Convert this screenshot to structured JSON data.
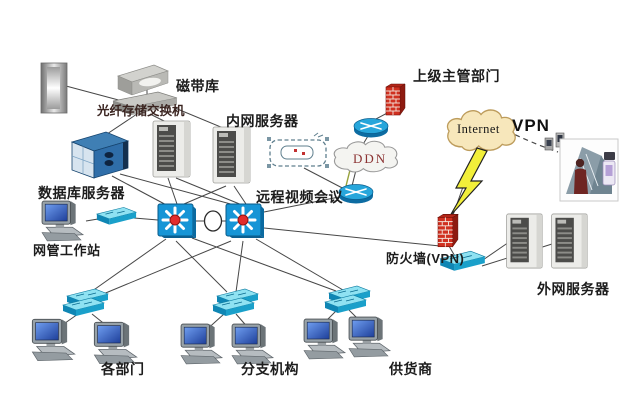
{
  "diagram": {
    "type": "network-topology",
    "language": "zh-CN"
  },
  "labels": {
    "tape_library": "磁带库",
    "fiber_storage_switch": "光纤存储交换机",
    "intranet_server": "内网服务器",
    "database_server": "数据库服务器",
    "remote_video_conference": "远程视频会议",
    "superior_department": "上级主管部门",
    "nms_workstation": "网管工作站",
    "departments": "各部门",
    "branch_offices": "分支机构",
    "suppliers": "供货商",
    "firewall_vpn": "防火墙(VPN)",
    "extranet_server": "外网服务器",
    "internet": "Internet",
    "ddn": "DDN",
    "vpn": "VPN"
  },
  "nodes": [
    {
      "id": "tape-drive",
      "icon": "storage-tower-icon"
    },
    {
      "id": "tape-library",
      "icon": "tape-library-icon",
      "label_key": "tape_library"
    },
    {
      "id": "fiber-storage-switch",
      "icon": "gray-switch-icon",
      "label_key": "fiber_storage_switch"
    },
    {
      "id": "database-server",
      "icon": "storage-cube-icon",
      "label_key": "database_server"
    },
    {
      "id": "intranet-server-1",
      "icon": "tower-server-icon",
      "label_key": "intranet_server"
    },
    {
      "id": "intranet-server-2",
      "icon": "tower-server-icon",
      "label_key": "intranet_server"
    },
    {
      "id": "video-conference",
      "icon": "conference-room-icon",
      "label_key": "remote_video_conference"
    },
    {
      "id": "router-1",
      "icon": "router-icon"
    },
    {
      "id": "superior-firewall",
      "icon": "brick-firewall-icon",
      "label_key": "superior_department"
    },
    {
      "id": "ddn-cloud",
      "icon": "cloud-icon",
      "label_key": "ddn"
    },
    {
      "id": "router-2",
      "icon": "router-icon"
    },
    {
      "id": "internet-cloud",
      "icon": "cloud-icon",
      "label_key": "internet"
    },
    {
      "id": "mobile-user",
      "icon": "mobile-user-photo",
      "label_key": "vpn"
    },
    {
      "id": "firewall-vpn",
      "icon": "brick-firewall-icon",
      "label_key": "firewall_vpn"
    },
    {
      "id": "dmz-switch",
      "icon": "flat-switch-icon"
    },
    {
      "id": "extranet-server-1",
      "icon": "tower-server-icon",
      "label_key": "extranet_server"
    },
    {
      "id": "extranet-server-2",
      "icon": "tower-server-icon",
      "label_key": "extranet_server"
    },
    {
      "id": "core-switch-1",
      "icon": "core-switch-icon"
    },
    {
      "id": "core-switch-2",
      "icon": "core-switch-icon"
    },
    {
      "id": "nms-switch",
      "icon": "flat-switch-icon"
    },
    {
      "id": "nms-workstation",
      "icon": "workstation-icon",
      "label_key": "nms_workstation"
    },
    {
      "id": "access-stack-1",
      "icon": "switch-stack-icon",
      "label_key": "departments"
    },
    {
      "id": "access-stack-2",
      "icon": "switch-stack-icon",
      "label_key": "branch_offices"
    },
    {
      "id": "access-stack-3",
      "icon": "switch-stack-icon",
      "label_key": "suppliers"
    },
    {
      "id": "dept-pc-1",
      "icon": "workstation-icon"
    },
    {
      "id": "dept-pc-2",
      "icon": "workstation-icon"
    },
    {
      "id": "branch-pc-1",
      "icon": "workstation-icon"
    },
    {
      "id": "branch-pc-2",
      "icon": "workstation-icon"
    },
    {
      "id": "supplier-pc-1",
      "icon": "workstation-icon"
    },
    {
      "id": "supplier-pc-2",
      "icon": "workstation-icon"
    }
  ],
  "links": [
    [
      "tape-drive",
      "fiber-storage-switch"
    ],
    [
      "tape-library",
      "fiber-storage-switch"
    ],
    [
      "fiber-storage-switch",
      "database-server"
    ],
    [
      "fiber-storage-switch",
      "intranet-server-1"
    ],
    [
      "fiber-storage-switch",
      "intranet-server-2"
    ],
    [
      "database-server",
      "core-switch-1"
    ],
    [
      "database-server",
      "core-switch-2"
    ],
    [
      "intranet-server-1",
      "core-switch-1"
    ],
    [
      "intranet-server-1",
      "core-switch-2"
    ],
    [
      "intranet-server-2",
      "core-switch-1"
    ],
    [
      "intranet-server-2",
      "core-switch-2"
    ],
    [
      "video-conference",
      "router-2"
    ],
    [
      "router-2",
      "ddn-cloud"
    ],
    [
      "ddn-cloud",
      "router-1"
    ],
    [
      "router-1",
      "superior-firewall"
    ],
    [
      "router-2",
      "core-switch-2"
    ],
    [
      "core-switch-1",
      "core-switch-2"
    ],
    [
      "core-switch-1",
      "nms-switch"
    ],
    [
      "nms-switch",
      "nms-workstation"
    ],
    [
      "core-switch-1",
      "access-stack-1"
    ],
    [
      "core-switch-1",
      "access-stack-2"
    ],
    [
      "core-switch-1",
      "access-stack-3"
    ],
    [
      "core-switch-2",
      "access-stack-1"
    ],
    [
      "core-switch-2",
      "access-stack-2"
    ],
    [
      "core-switch-2",
      "access-stack-3"
    ],
    [
      "access-stack-1",
      "dept-pc-1"
    ],
    [
      "access-stack-1",
      "dept-pc-2"
    ],
    [
      "access-stack-2",
      "branch-pc-1"
    ],
    [
      "access-stack-2",
      "branch-pc-2"
    ],
    [
      "access-stack-3",
      "supplier-pc-1"
    ],
    [
      "access-stack-3",
      "supplier-pc-2"
    ],
    [
      "core-switch-2",
      "firewall-vpn"
    ],
    [
      "internet-cloud",
      "firewall-vpn"
    ],
    [
      "firewall-vpn",
      "dmz-switch"
    ],
    [
      "dmz-switch",
      "extranet-server-1"
    ],
    [
      "dmz-switch",
      "extranet-server-2"
    ],
    [
      "internet-cloud",
      "mobile-user"
    ]
  ],
  "colors": {
    "core_switch_blue": "#1795d6",
    "access_switch_teal": "#1aa0ca",
    "firewall_red": "#d03020",
    "internet_cloud_fill": "#f7e7bb",
    "internet_cloud_edge": "#bd9c5c",
    "ddn_cloud_fill": "#f4f4f1",
    "ddn_text": "#8b3232",
    "lightning_yellow": "#f2ef3a",
    "line_gray": "#474747",
    "db_server_blue": "#2f6ea9"
  }
}
